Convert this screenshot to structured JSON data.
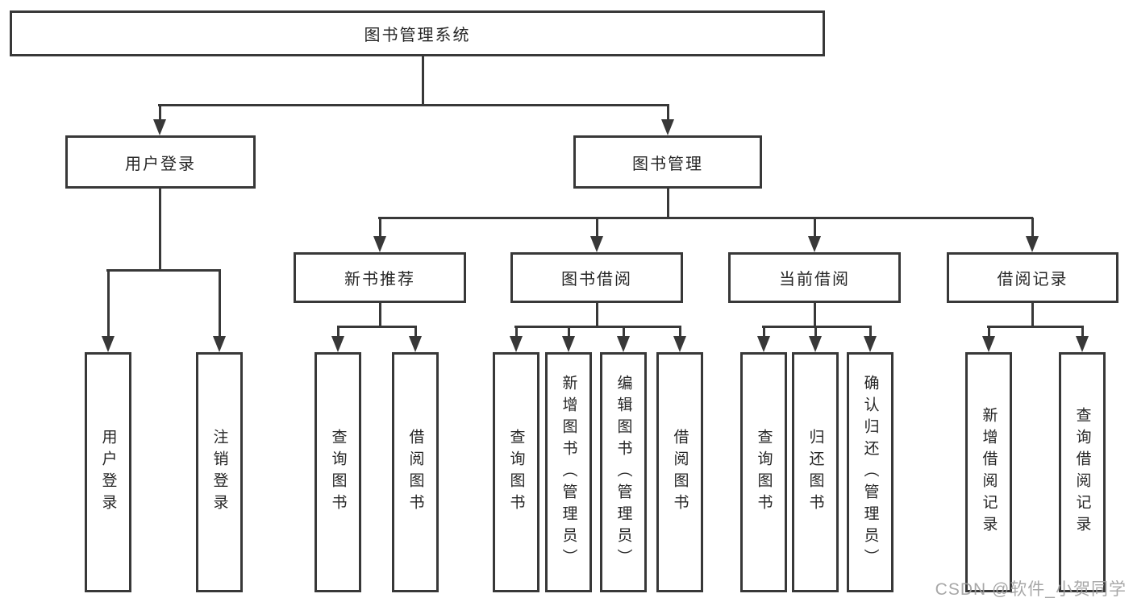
{
  "page": {
    "background": "#ffffff"
  },
  "watermark": {
    "text": "CSDN @软件_小贺同学",
    "color": "#9e9e9e"
  },
  "diagram": {
    "type": "hierarchy-tree",
    "line_color": "#383838",
    "text_color": "#262626",
    "root": {
      "label": "图书管理系统"
    },
    "branches": [
      {
        "label": "用户登录",
        "leaves": [
          "用户登录",
          "注销登录"
        ]
      },
      {
        "label": "图书管理",
        "groups": [
          {
            "label": "新书推荐",
            "leaves": [
              "查询图书",
              "借阅图书"
            ]
          },
          {
            "label": "图书借阅",
            "leaves": [
              "查询图书",
              "新增图书（管理员）",
              "编辑图书（管理员）",
              "借阅图书"
            ]
          },
          {
            "label": "当前借阅",
            "leaves": [
              "查询图书",
              "归还图书",
              "确认归还（管理员）"
            ]
          },
          {
            "label": "借阅记录",
            "leaves": [
              "新增借阅记录",
              "查询借阅记录"
            ]
          }
        ]
      }
    ]
  }
}
